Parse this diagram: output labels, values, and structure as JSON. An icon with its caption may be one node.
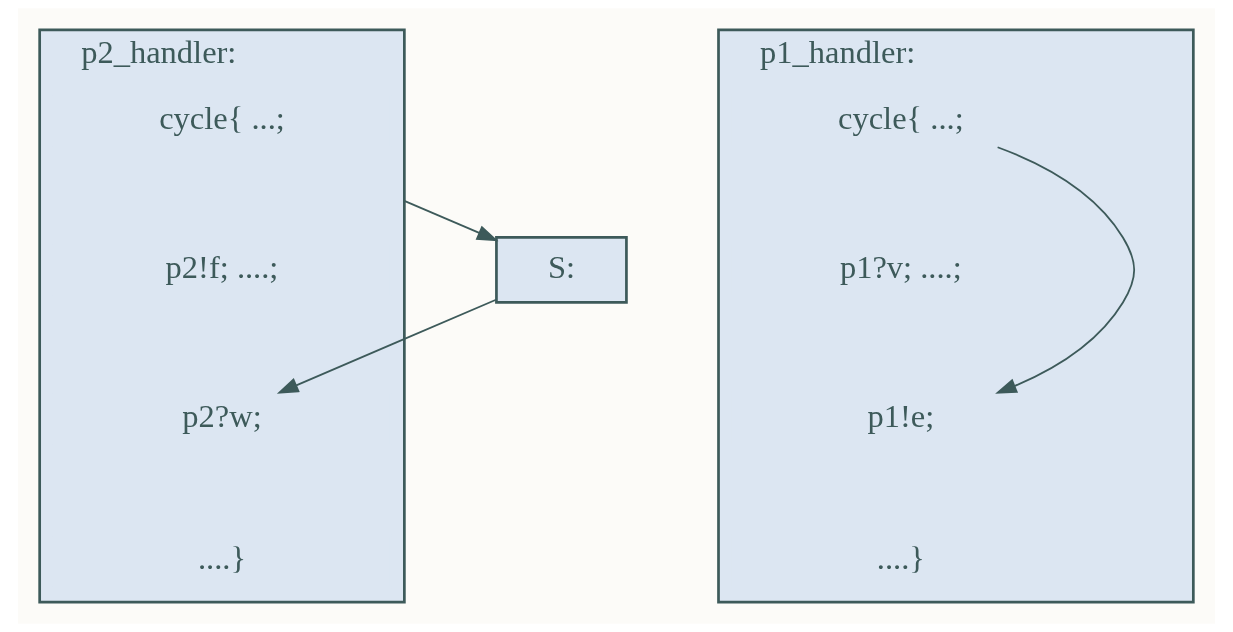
{
  "diagram": {
    "nodes": [
      {
        "text": [
          "S:"
        ]
      },
      {
        "text": [
          "p1_handler:"
        ]
      },
      {
        "text": [
          "cycle{ ...;"
        ],
        "in": 1
      },
      {
        "text": [
          "p1?v; ....;"
        ],
        "in": 1
      },
      {
        "text": [
          "p1!e;"
        ],
        "in": 1
      },
      {
        "text": [
          "....}"
        ],
        "in": 1
      },
      {
        "text": [
          "p2_handler:"
        ]
      },
      {
        "text": [
          "cycle{ ...;"
        ],
        "in": 6
      },
      {
        "text": [
          "p2!f; ....;"
        ],
        "in": 6
      },
      {
        "text": [
          "p2?w;"
        ],
        "in": 6
      },
      {
        "text": [
          "....}"
        ],
        "in": 6
      }
    ],
    "edges": [
      {
        "from": 1,
        "to": 4,
        "arrow": "to"
      },
      {
        "from": 6,
        "to": 0,
        "arrow": "to"
      },
      {
        "from": 0,
        "to": 9,
        "arrow": "to"
      }
    ]
  }
}
